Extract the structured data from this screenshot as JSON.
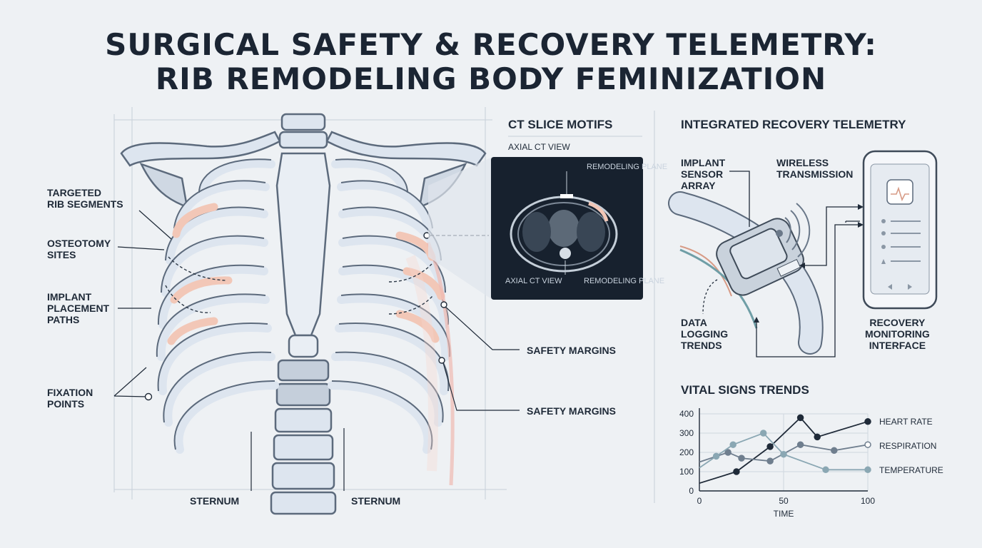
{
  "title": {
    "line1": "SURGICAL SAFETY & RECOVERY TELEMETRY:",
    "line2": "RIB REMODELING BODY FEMINIZATION"
  },
  "anatomy": {
    "targeted_rib_segments": "TARGETED\nRIB SEGMENTS",
    "osteotomy_sites": "OSTEOTOMY\nSITES",
    "implant_placement_paths": "IMPLANT\nPLACEMENT\nPATHS",
    "fixation_points": "FIXATION\nPOINTS",
    "sternum_left": "STERNUM",
    "sternum_right": "STERNUM",
    "safety_margins_1": "SAFETY MARGINS",
    "safety_margins_2": "SAFETY MARGINS"
  },
  "ct": {
    "header": "CT SLICE MOTIFS",
    "subheader": "AXIAL CT VIEW",
    "remodeling_top": "REMODELING\nPLANE",
    "axial_bottom": "AXIAL\nCT VIEW",
    "remodeling_bottom": "REMODELING\nPLANE"
  },
  "telemetry": {
    "header": "INTEGRATED RECOVERY TELEMETRY",
    "implant_sensor": "IMPLANT\nSENSOR\nARRAY",
    "wireless": "WIRELESS\nTRANSMISSION",
    "data_logging": "DATA\nLOGGING\nTRENDS",
    "recovery_interface": "RECOVERY\nMONITORING\nINTERFACE"
  },
  "chart_data": {
    "type": "line",
    "title": "VITAL SIGNS TRENDS",
    "xlabel": "TIME",
    "ylabel": "",
    "xlim": [
      0,
      100
    ],
    "ylim": [
      0,
      400
    ],
    "x_ticks": [
      0,
      50,
      100
    ],
    "y_ticks": [
      0,
      100,
      200,
      300,
      400
    ],
    "series": [
      {
        "name": "HEART RATE",
        "color": "#1f2a38",
        "x": [
          0,
          22,
          42,
          60,
          70,
          100
        ],
        "y": [
          40,
          100,
          230,
          380,
          280,
          360
        ]
      },
      {
        "name": "RESPIRATION",
        "color": "#6f7e8e",
        "x": [
          0,
          17,
          25,
          42,
          60,
          80,
          100
        ],
        "y": [
          150,
          200,
          170,
          155,
          240,
          210,
          240
        ]
      },
      {
        "name": "TEMPERATURE",
        "color": "#8aa7b3",
        "x": [
          0,
          10,
          20,
          38,
          50,
          75,
          100
        ],
        "y": [
          120,
          180,
          240,
          300,
          190,
          110,
          110
        ]
      }
    ]
  },
  "colors": {
    "bone": "#dde5ef",
    "bone_stroke": "#5c6a7c",
    "highlight": "#f2c7b7",
    "ct_bg": "#17212e"
  }
}
